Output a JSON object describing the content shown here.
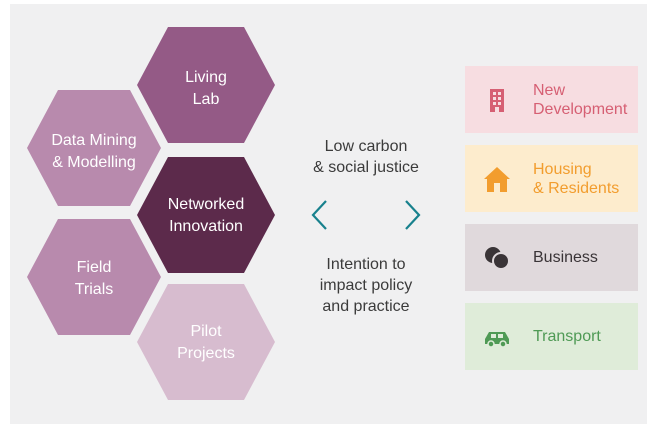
{
  "colors": {
    "hex_dark": "#5c2a4b",
    "hex_mid": "#945a86",
    "hex_light": "#b88aad",
    "hex_pale": "#d7bccf",
    "arrow": "#18818d",
    "new_development": "#d65f73",
    "housing": "#f29d2e",
    "business": "#3a3437",
    "transport": "#4f9a55"
  },
  "hexagons": [
    {
      "id": "living-lab",
      "label": "Living\nLab",
      "shade": "mid"
    },
    {
      "id": "data-mining",
      "label": "Data Mining\n& Modelling",
      "shade": "light"
    },
    {
      "id": "networked-innovation",
      "label": "Networked\nInnovation",
      "shade": "dark"
    },
    {
      "id": "field-trials",
      "label": "Field\nTrials",
      "shade": "light"
    },
    {
      "id": "pilot-projects",
      "label": "Pilot\nProjects",
      "shade": "pale"
    }
  ],
  "middle": {
    "top_text": "Low carbon\n& social justice",
    "bottom_text": "Intention to\nimpact policy\nand practice",
    "left_arrow": "chevron-left-icon",
    "right_arrow": "chevron-right-icon"
  },
  "sectors": [
    {
      "id": "new-development",
      "label": "New\nDevelopment",
      "icon": "building-icon",
      "bg": "#f7dde1",
      "text_color": "#d65f73"
    },
    {
      "id": "housing",
      "label": "Housing\n& Residents",
      "icon": "house-icon",
      "bg": "#fdeccd",
      "text_color": "#f29d2e"
    },
    {
      "id": "business",
      "label": "Business",
      "icon": "coins-icon",
      "bg": "#e0d9dc",
      "text_color": "#3a3437"
    },
    {
      "id": "transport",
      "label": "Transport",
      "icon": "car-icon",
      "bg": "#dfecd9",
      "text_color": "#4f9a55"
    }
  ]
}
